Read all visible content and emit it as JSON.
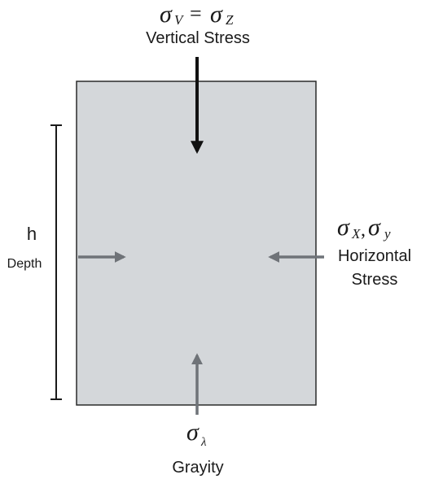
{
  "vertical": {
    "symbol_left": "σ",
    "sub_left": "V",
    "equals": "=",
    "symbol_right": "σ",
    "sub_right": "Z",
    "label": "Vertical Stress"
  },
  "horizontal": {
    "symbol_1": "σ",
    "sub_1": "X",
    "comma": ",",
    "symbol_2": "σ",
    "sub_2": "y",
    "label_line1": "Horizontal",
    "label_line2": "Stress"
  },
  "gravity": {
    "symbol": "σ",
    "sub": "λ",
    "label": "Grayity"
  },
  "depth": {
    "symbol": "h",
    "label": "Depth"
  },
  "colors": {
    "block_fill": "#d4d7da",
    "block_stroke": "#2a2a2a",
    "vertical_arrow": "#111111",
    "gray_arrow": "#6f7378",
    "depth_line": "#1a1a1a"
  }
}
